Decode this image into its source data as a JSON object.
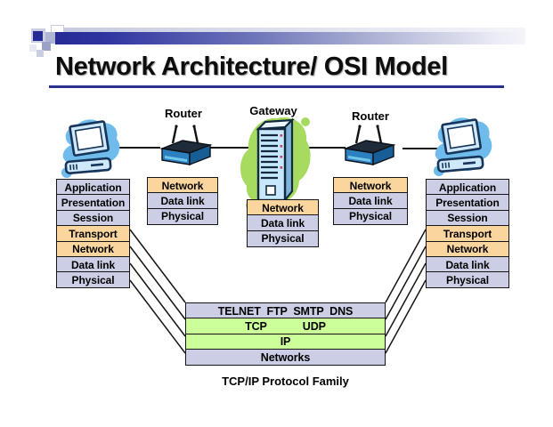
{
  "slide": {
    "title": "Network Architecture/ OSI Model",
    "caption": "TCP/IP Protocol Family"
  },
  "labels": {
    "router_left": "Router",
    "gateway": "Gateway",
    "router_right": "Router"
  },
  "osi_left": {
    "layers": [
      {
        "label": "Application",
        "tone": "lavender"
      },
      {
        "label": "Presentation",
        "tone": "lavender"
      },
      {
        "label": "Session",
        "tone": "lavender"
      },
      {
        "label": "Transport",
        "tone": "orange"
      },
      {
        "label": "Network",
        "tone": "orange"
      },
      {
        "label": "Data link",
        "tone": "lavender"
      },
      {
        "label": "Physical",
        "tone": "lavender"
      }
    ]
  },
  "router_left_stack": {
    "layers": [
      {
        "label": "Network",
        "tone": "orange"
      },
      {
        "label": "Data link",
        "tone": "lavender"
      },
      {
        "label": "Physical",
        "tone": "lavender"
      }
    ]
  },
  "gateway_stack": {
    "layers": [
      {
        "label": "Network",
        "tone": "orange"
      },
      {
        "label": "Data link",
        "tone": "lavender"
      },
      {
        "label": "Physical",
        "tone": "lavender"
      }
    ]
  },
  "router_right_stack": {
    "layers": [
      {
        "label": "Network",
        "tone": "orange"
      },
      {
        "label": "Data link",
        "tone": "lavender"
      },
      {
        "label": "Physical",
        "tone": "lavender"
      }
    ]
  },
  "osi_right": {
    "layers": [
      {
        "label": "Application",
        "tone": "lavender"
      },
      {
        "label": "Presentation",
        "tone": "lavender"
      },
      {
        "label": "Session",
        "tone": "lavender"
      },
      {
        "label": "Transport",
        "tone": "orange"
      },
      {
        "label": "Network",
        "tone": "orange"
      },
      {
        "label": "Data link",
        "tone": "lavender"
      },
      {
        "label": "Physical",
        "tone": "lavender"
      }
    ]
  },
  "tcpip_stack": {
    "rows": [
      {
        "label": "TELNET  FTP  SMTP  DNS",
        "tone": "lavender"
      },
      {
        "left": "TCP",
        "right": "UDP",
        "tone": "green"
      },
      {
        "label": "IP",
        "tone": "green"
      },
      {
        "label": "Networks",
        "tone": "lavender"
      }
    ]
  },
  "icons": {
    "computer_left": "computer-icon",
    "computer_right": "computer-icon",
    "router_left": "router-icon",
    "router_right": "router-icon",
    "gateway": "gateway-server-icon",
    "decoration": "pixel-squares-decoration"
  },
  "colors": {
    "lavender": "#CBCEE5",
    "orange": "#FAD69E",
    "green": "#CCFF99",
    "navy": "#2B2F90",
    "line": "#161616",
    "device_blue": "#6FBCEC",
    "gateway_green": "#A6DB60"
  }
}
